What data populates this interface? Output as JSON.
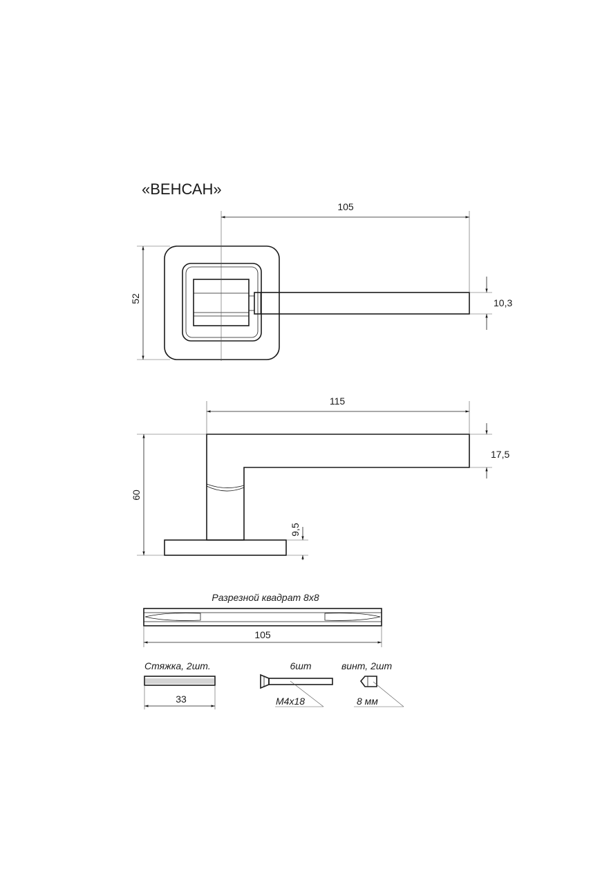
{
  "title": "«ВЕНСАН»",
  "top_view": {
    "length_label": "105",
    "height_label": "52",
    "thickness_label": "10,3"
  },
  "side_view": {
    "length_label": "115",
    "height_label": "60",
    "lever_thickness_label": "17,5",
    "rose_thickness_label": "9,5"
  },
  "spindle": {
    "caption": "Разрезной квадрат 8x8",
    "length_label": "105"
  },
  "accessories": {
    "tie": {
      "caption": "Стяжка, 2шт.",
      "length_label": "33"
    },
    "screw": {
      "caption": "6шт",
      "size_label": "М4х18"
    },
    "set_screw": {
      "caption": "винт, 2шт",
      "size_label": "8 мм"
    }
  },
  "colors": {
    "line": "#1a1a1a",
    "background": "#ffffff"
  }
}
